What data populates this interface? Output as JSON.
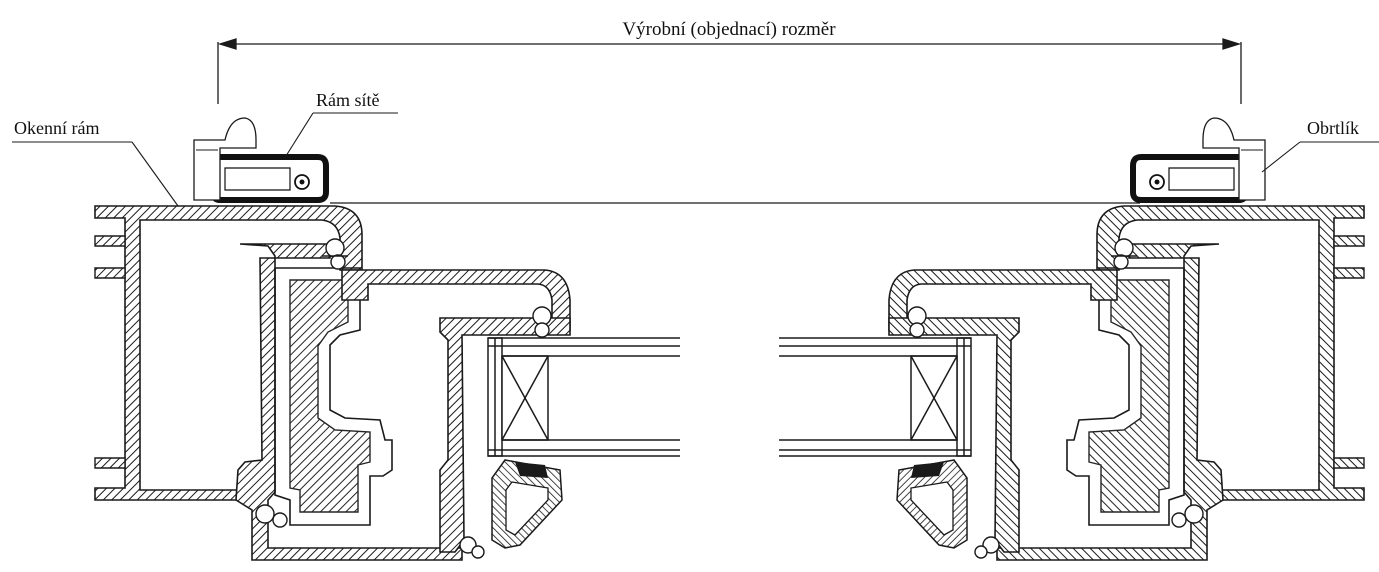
{
  "labels": {
    "dimension": "Výrobní (objednací) rozměr",
    "screen_frame": "Rám sítě",
    "window_frame": "Okenní rám",
    "turn_button": "Obrtlík"
  },
  "colors": {
    "line": "#1a1a1a",
    "hatch": "#1a1a1a",
    "paper": "#ffffff"
  }
}
